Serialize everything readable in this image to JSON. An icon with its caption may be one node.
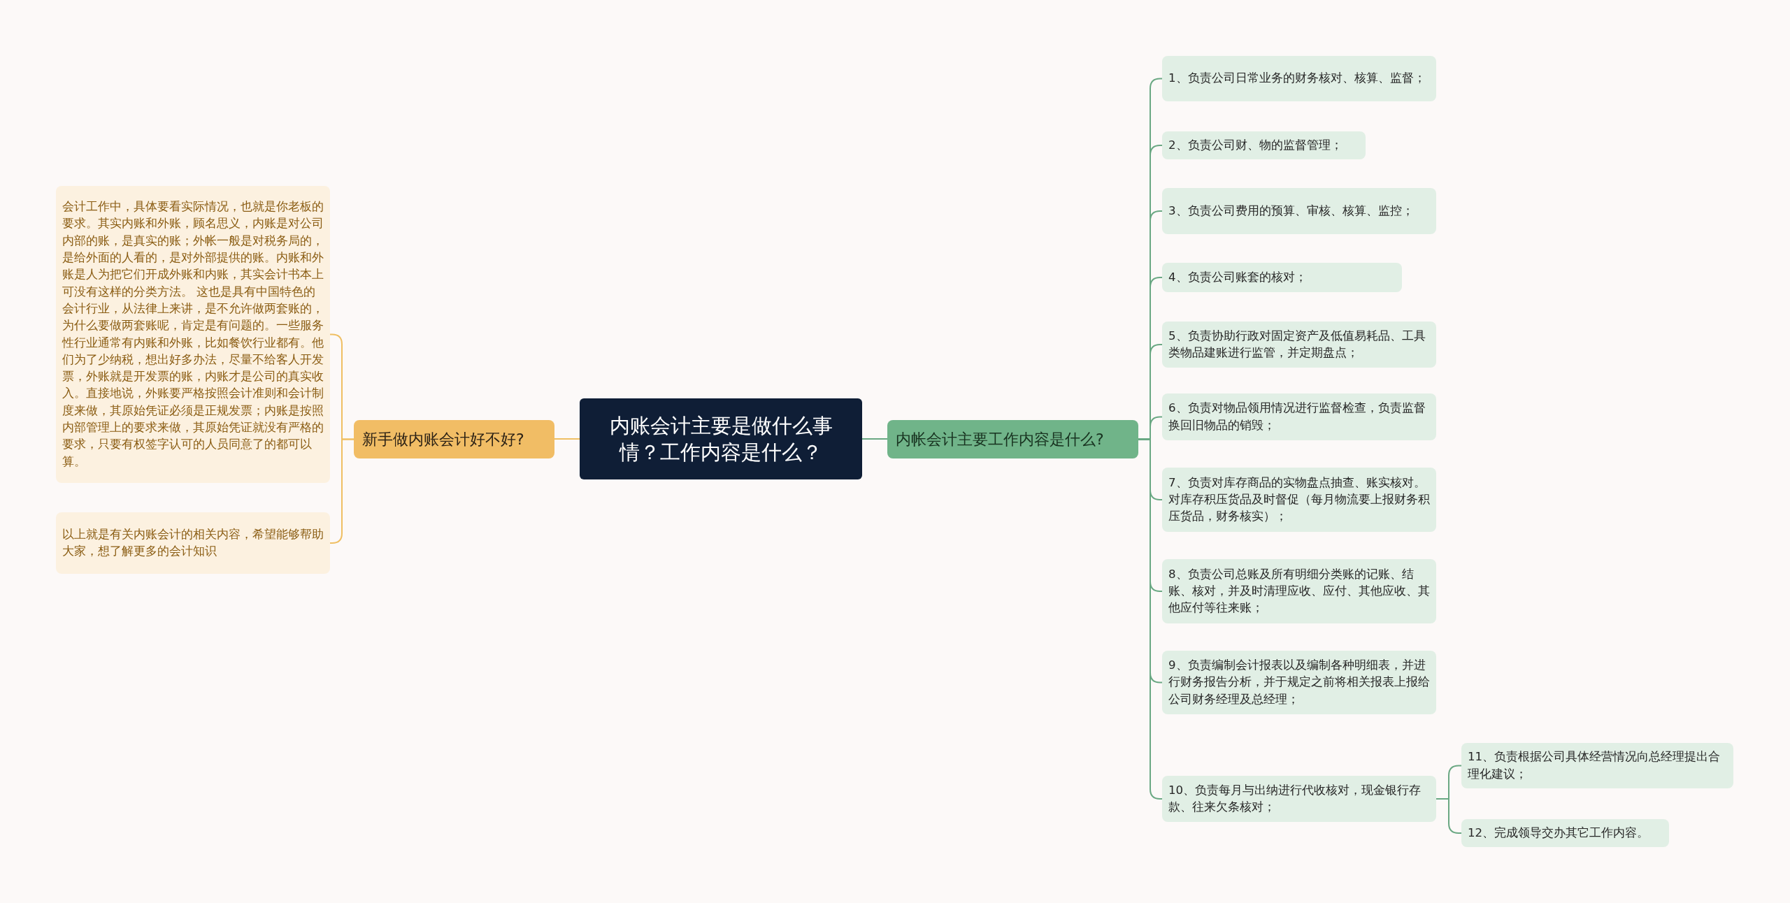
{
  "diagram": {
    "nodes": [
      {
        "text": [
          "内账会计主要是做什么事情？工作内容是什么？"
        ]
      },
      {
        "text": [
          "新手做内账会计好不好?"
        ]
      },
      {
        "text": [
          "会计工作中，具体要看实际情况，也就是你老板的要求。其实内账和外账，顾名思义，内账是对公司内部的账，是真实的账；外帐一般是对税务局的，是给外面的人看的，是对外部提供的账。内账和外账是人为把它们开成外账和内账，其实会计书本上可没有这样的分类方法。 这也是具有中国特色的会计行业，从法律上来讲，是不允许做两套账的，为什么要做两套账呢，肯定是有问题的。一些服务性行业通常有内账和外账，比如餐饮行业都有。他们为了少纳税，想出好多办法，尽量不给客人开发票，外账就是开发票的账，内账才是公司的真实收入。直接地说，外账要严格按照会计准则和会计制度来做，其原始凭证必须是正规发票；内账是按照内部管理上的要求来做，其原始凭证就没有严格的要求，只要有权签字认可的人员同意了的都可以算。"
        ]
      },
      {
        "text": [
          "以上就是有关内账会计的相关内容，希望能够帮助大家，想了解更多的会计知识"
        ]
      },
      {
        "text": [
          "内帐会计主要工作内容是什么?"
        ]
      },
      {
        "text": [
          "1、负责公司日常业务的财务核对、核算、监督；"
        ]
      },
      {
        "text": [
          "2、负责公司财、物的监督管理；"
        ]
      },
      {
        "text": [
          "3、负责公司费用的预算、审核、核算、监控；"
        ]
      },
      {
        "text": [
          "4、负责公司账套的核对；"
        ]
      },
      {
        "text": [
          "5、负责协助行政对固定资产及低值易耗品、工具类物品建账进行监管，并定期盘点；"
        ]
      },
      {
        "text": [
          "6、负责对物品领用情况进行监督检查，负责监督换回旧物品的销毁；"
        ]
      },
      {
        "text": [
          "7、负责对库存商品的实物盘点抽查、账实核对。对库存积压货品及时督促（每月物流要上报财务积压货品，财务核实）；"
        ]
      },
      {
        "text": [
          "8、负责公司总账及所有明细分类账的记账、结账、核对，并及时清理应收、应付、其他应收、其他应付等往来账；"
        ]
      },
      {
        "text": [
          "9、负责编制会计报表以及编制各种明细表，并进行财务报告分析，并于规定之前将相关报表上报给公司财务经理及总经理；"
        ]
      },
      {
        "text": [
          "10、负责每月与出纳进行代收核对，现金银行存款、往来欠条核对；"
        ]
      },
      {
        "text": [
          "11、负责根据公司具体经营情况向总经理提出合理化建议；"
        ]
      },
      {
        "text": [
          "12、完成领导交办其它工作内容。"
        ]
      }
    ],
    "edges": [
      {
        "from": 0,
        "to": 1,
        "arrow": "none",
        "color": "#efbf63"
      },
      {
        "from": 1,
        "to": 2,
        "arrow": "none",
        "color": "#efbf63"
      },
      {
        "from": 1,
        "to": 3,
        "arrow": "none",
        "color": "#efbf63"
      },
      {
        "from": 0,
        "to": 4,
        "arrow": "none"
      },
      {
        "from": 4,
        "to": 5,
        "arrow": "none"
      },
      {
        "from": 4,
        "to": 6,
        "arrow": "none"
      },
      {
        "from": 4,
        "to": 7,
        "arrow": "none"
      },
      {
        "from": 4,
        "to": 8,
        "arrow": "none"
      },
      {
        "from": 4,
        "to": 9,
        "arrow": "none"
      },
      {
        "from": 4,
        "to": 10,
        "arrow": "none"
      },
      {
        "from": 4,
        "to": 11,
        "arrow": "none"
      },
      {
        "from": 4,
        "to": 12,
        "arrow": "none"
      },
      {
        "from": 4,
        "to": 13,
        "arrow": "none"
      },
      {
        "from": 4,
        "to": 14,
        "arrow": "none"
      },
      {
        "from": 14,
        "to": 15,
        "arrow": "none"
      },
      {
        "from": 14,
        "to": 16,
        "arrow": "none"
      }
    ]
  }
}
